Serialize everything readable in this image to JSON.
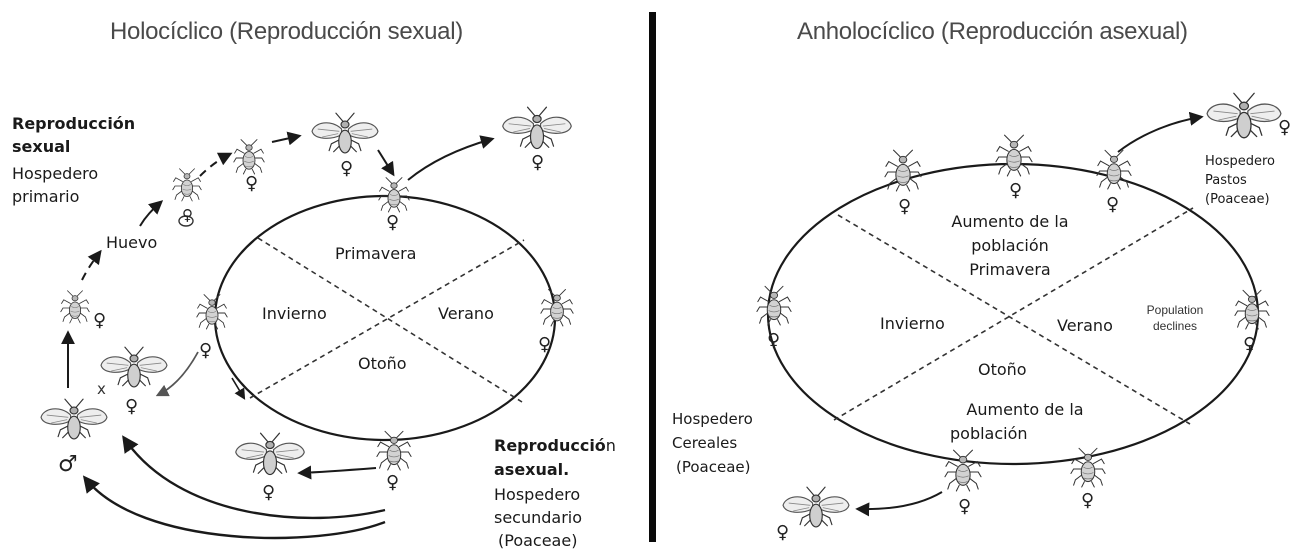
{
  "left": {
    "title": "Holocíclico (Reproducción sexual)",
    "sexual_bold_1": "Reproducción",
    "sexual_bold_2": "sexual",
    "primary_host_1": "Hospedero",
    "primary_host_2": "primario",
    "egg": "Huevo",
    "spring": "Primavera",
    "winter": "Invierno",
    "summer": "Verano",
    "autumn": "Otoño",
    "asexual_bold_a": "Reproducció",
    "asexual_tail": "n",
    "asexual_bold_b": "asexual.",
    "secondary_host_1": "Hospedero",
    "secondary_host_2": "secundario",
    "secondary_host_3": "(Poaceae)",
    "cross": "x"
  },
  "right": {
    "title": "Anholocíclico (Reproducción asexual)",
    "increase_top_1": "Aumento de la",
    "increase_top_2": "población",
    "spring": "Primavera",
    "winter": "Invierno",
    "summer": "Verano",
    "autumn": "Otoño",
    "decline_1": "Population",
    "decline_2": "declines",
    "increase_bottom_1": "Aumento de la",
    "increase_bottom_2": "población",
    "grass_host_1": "Hospedero",
    "grass_host_2": "Pastos",
    "grass_host_3": "(Poaceae)",
    "cereal_host_1": "Hospedero",
    "cereal_host_2": "Cereales",
    "cereal_host_3": "(Poaceae)"
  },
  "symbols": {
    "female": "♀",
    "male": "♂"
  },
  "icons": {
    "aphid_wingless": "aphid-wingless-icon",
    "aphid_winged": "aphid-winged-icon",
    "egg": "egg-icon"
  }
}
